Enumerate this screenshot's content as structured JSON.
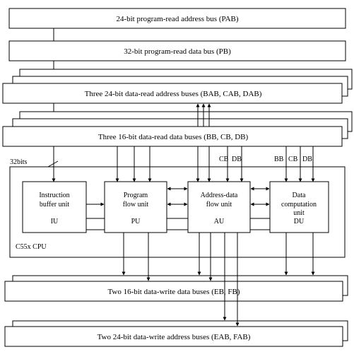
{
  "buses": {
    "pab": "24-bit program-read address bus (PAB)",
    "pb": "32-bit program-read data bus (PB)",
    "data_read_addr": "Three 24-bit data-read address buses (BAB, CAB, DAB)",
    "data_read_data": "Three 16-bit data-read data buses (BB, CB, DB)",
    "data_write_data": "Two 16-bit data-write data buses (EB, FB)",
    "data_write_addr": "Two 24-bit data-write address buses (EAB, FAB)"
  },
  "width_label": "32bits",
  "cpu_label": "C55x CPU",
  "bus_tags": {
    "au_cb": "CB",
    "au_db": "DB",
    "du_bb": "BB",
    "du_cb": "CB",
    "du_db": "DB"
  },
  "units": {
    "iu": {
      "line1": "Instruction",
      "line2": "buffer unit",
      "abbr": "IU"
    },
    "pu": {
      "line1": "Program",
      "line2": "flow unit",
      "abbr": "PU"
    },
    "au": {
      "line1": "Address-data",
      "line2": "flow unit",
      "abbr": "AU"
    },
    "du": {
      "line1": "Data",
      "line2": "computation",
      "line3": "unit",
      "abbr": "DU"
    }
  }
}
